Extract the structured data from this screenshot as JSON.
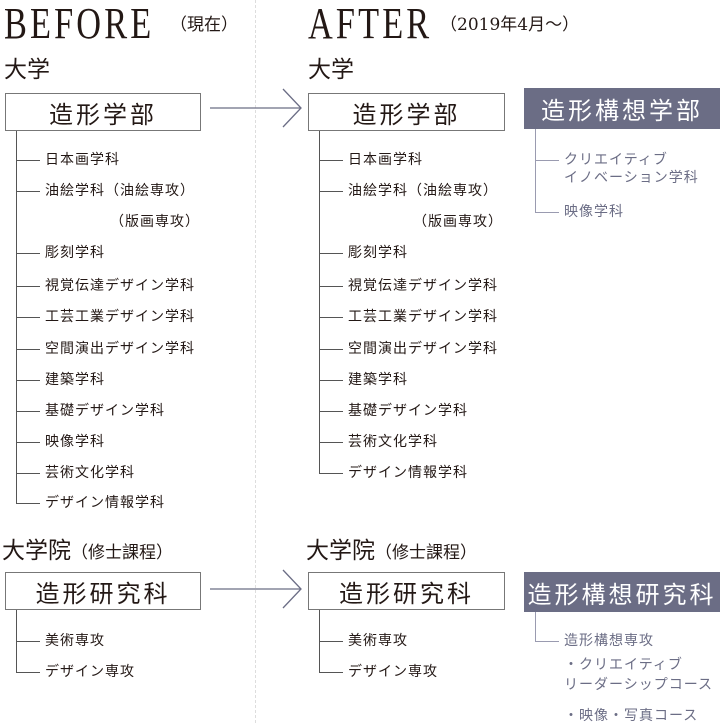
{
  "before": {
    "title": "BEFORE",
    "note": "（現在）"
  },
  "after": {
    "title": "AFTER",
    "note": "（2019年4月～）"
  },
  "undergrad": {
    "label_before": "大学",
    "label_after": "大学",
    "before_box": "造形学部",
    "after_box": "造形学部",
    "new_box": "造形構想学部",
    "before_items": [
      {
        "text": "日本画学科"
      },
      {
        "text": "油絵学科（油絵専攻）"
      },
      {
        "text": "（版画専攻）",
        "indent": true
      },
      {
        "text": "彫刻学科"
      },
      {
        "text": "視覚伝達デザイン学科"
      },
      {
        "text": "工芸工業デザイン学科"
      },
      {
        "text": "空間演出デザイン学科"
      },
      {
        "text": "建築学科"
      },
      {
        "text": "基礎デザイン学科"
      },
      {
        "text": "映像学科"
      },
      {
        "text": "芸術文化学科"
      },
      {
        "text": "デザイン情報学科"
      }
    ],
    "after_items": [
      {
        "text": "日本画学科"
      },
      {
        "text": "油絵学科（油絵専攻）"
      },
      {
        "text": "（版画専攻）",
        "indent": true
      },
      {
        "text": "彫刻学科"
      },
      {
        "text": "視覚伝達デザイン学科"
      },
      {
        "text": "工芸工業デザイン学科"
      },
      {
        "text": "空間演出デザイン学科"
      },
      {
        "text": "建築学科"
      },
      {
        "text": "基礎デザイン学科"
      },
      {
        "text": "芸術文化学科"
      },
      {
        "text": "デザイン情報学科"
      }
    ],
    "new_items": [
      "クリエイティブ",
      "イノベーション学科",
      "映像学科"
    ]
  },
  "grad": {
    "label_before": "大学院",
    "note_before": "（修士課程）",
    "label_after": "大学院",
    "note_after": "（修士課程）",
    "before_box": "造形研究科",
    "after_box": "造形研究科",
    "new_box": "造形構想研究科",
    "before_items": [
      "美術専攻",
      "デザイン専攻"
    ],
    "after_items": [
      "美術専攻",
      "デザイン専攻"
    ],
    "new_items": [
      "造形構想専攻",
      "・クリエイティブ",
      "リーダーシップコース",
      "・映像・写真コース"
    ]
  },
  "colors": {
    "accent": "#6b6d85"
  }
}
